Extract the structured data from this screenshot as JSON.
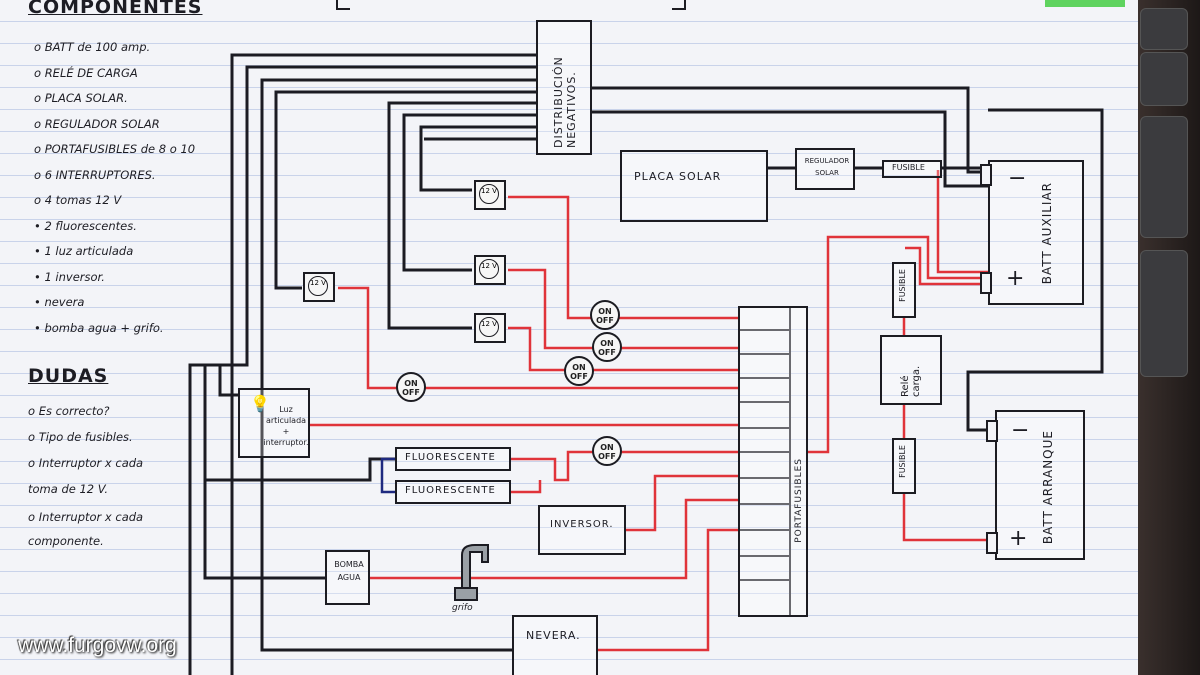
{
  "components": {
    "title": "COMPONENTES",
    "items": [
      "o BATT de 100 amp.",
      "o RELÉ DE CARGA",
      "o PLACA SOLAR.",
      "o REGULADOR SOLAR",
      "o PORTAFUSIBLES de 8 o 10",
      "o 6 INTERRUPTORES.",
      "o 4 tomas 12 V",
      "• 2 fluorescentes.",
      "• 1 luz articulada",
      "• 1 inversor.",
      "• nevera",
      "• bomba agua + grifo."
    ]
  },
  "doubts": {
    "title": "DUDAS",
    "items": [
      "o Es correcto?",
      "o Tipo de fusibles.",
      "o Interruptor x cada",
      "toma de 12 V.",
      "o Interruptor x cada",
      "componente."
    ]
  },
  "blocks": {
    "distribution": "DISTRIBUCIÓN NEGATIVOS.",
    "solar_panel": "PLACA SOLAR",
    "regulator": "REGULADOR SOLAR",
    "fuse_top": "FUSIBLE",
    "fuse_side": "FUSIBLE",
    "fuse_lower": "FUSIBLE",
    "relay": "Relé carga.",
    "batt_aux_label": "BATT AUXILIAR",
    "batt_start_label": "BATT ARRANQUE",
    "fuse_box": "PORTAFUSIBLES",
    "lamp": "Luz articulada + interruptor.",
    "fluor1": "FLUORESCENTE",
    "fluor2": "FLUORESCENTE",
    "inverter": "INVERSOR.",
    "pump": "BOMBA AGUA",
    "tap": "grifo",
    "fridge": "NEVERA.",
    "minus": "−",
    "plus": "+"
  },
  "switches": {
    "on": "ON",
    "off": "OFF"
  },
  "sockets": {
    "label": "12 V"
  },
  "watermark": "www.furgovw.org",
  "colors": {
    "negative_wire": "#1b1b22",
    "positive_wire": "#e0333a",
    "link_wire": "#1f2a80",
    "grid_line": "#c9d3ea"
  }
}
